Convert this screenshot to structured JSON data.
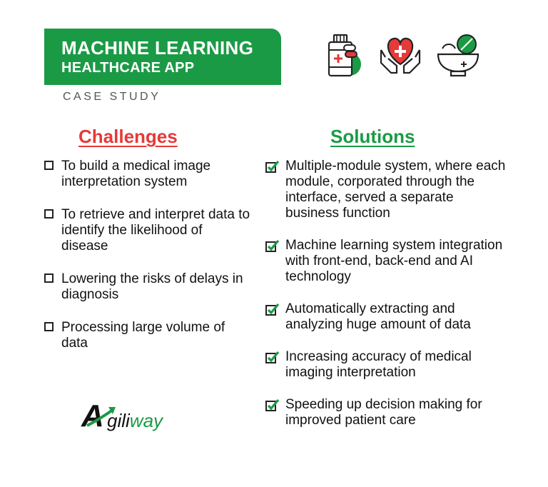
{
  "header": {
    "title_line1": "MACHINE LEARNING",
    "title_line2": "HEALTHCARE APP",
    "subtitle": "CASE STUDY",
    "banner_color": "#1b9a46"
  },
  "icons": [
    "medicine-bottle-icon",
    "heart-in-hands-icon",
    "mortar-pill-icon"
  ],
  "challenges": {
    "heading": "Challenges",
    "color": "#e53a3a",
    "items": [
      "To build a medical image interpretation system",
      "To retrieve and interpret data to identify the likelihood of disease",
      "Lowering the risks of delays in diagnosis",
      "Processing large volume of data"
    ]
  },
  "solutions": {
    "heading": "Solutions",
    "color": "#1b9a46",
    "items": [
      "Multiple-module system, where each module, corporated through the interface, served a separate business function",
      "Machine learning system integration with front-end, back-end and AI technology",
      "Automatically extracting and analyzing huge amount of data",
      "Increasing accuracy of medical imaging interpretation",
      "Speeding up decision making for improved patient care"
    ]
  },
  "logo": {
    "initial": "A",
    "part1": "gili",
    "part2": "way"
  }
}
